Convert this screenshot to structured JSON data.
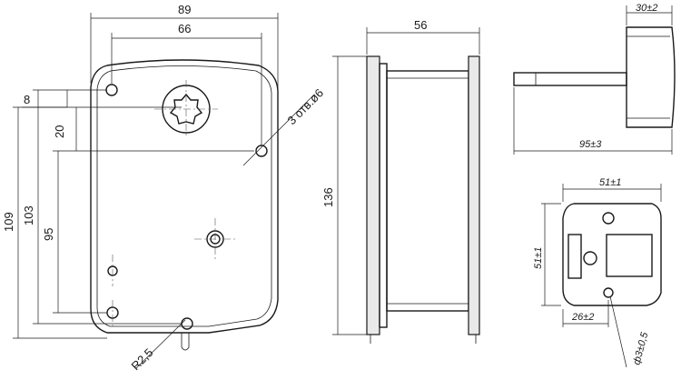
{
  "front_view": {
    "dim_width_overall": "89",
    "dim_width_holes": "66",
    "dim_height_overall": "109",
    "dim_height_103": "103",
    "dim_height_95": "95",
    "dim_top_8": "8",
    "dim_shaft_20": "20",
    "holes_note": "3 отв.ø6",
    "radius_note": "R2,5"
  },
  "side_view": {
    "dim_depth": "56",
    "dim_height": "136"
  },
  "shaft_view": {
    "dim_head": "30±2",
    "dim_length": "95±3"
  },
  "bracket_view": {
    "dim_width": "51±1",
    "dim_height": "51±1",
    "dim_offset": "26±2",
    "dim_hole": "ф3±0,5"
  }
}
